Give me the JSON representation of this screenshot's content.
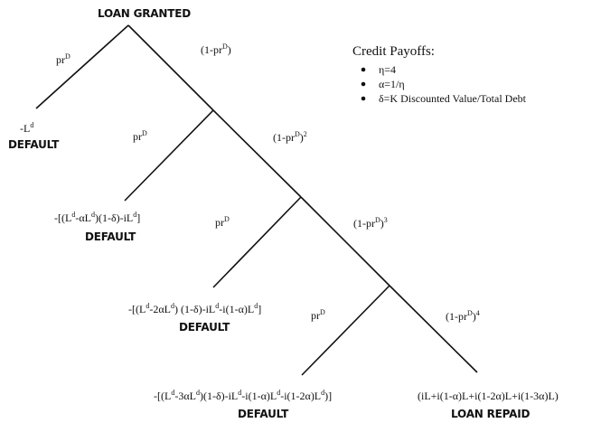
{
  "root_label": "LOAN GRANTED",
  "legend": {
    "title": "Credit Payoffs:",
    "items": [
      "η=4",
      "α=1/η",
      "δ=K Discounted Value/Total Debt"
    ]
  },
  "branch_probs": {
    "pr": "pr",
    "pr_sup": "D",
    "cont1": "(1-pr",
    "cont1_tail": ")",
    "sq": "2",
    "cube": "3",
    "fourth": "4"
  },
  "outcomes": {
    "default_label": "DEFAULT",
    "repaid_label": "LOAN REPAID",
    "payoff1_a": "-L",
    "payoff1_sup": "d",
    "payoff2": "-[(L^d-αL^d)(1-δ)-iL^d]",
    "payoff3": "-[(L^d-2αL^d) (1-δ)-iL^d-i(1-α)L^d]",
    "payoff4": "-[(L^d-3αL^d)(1-δ)-iL^d-i(1-α)L^d-i(1-2α)L^d)]",
    "payoff_repaid": "(iL+i(1-α)L+i(1-2α)L+i(1-3α)L)"
  }
}
